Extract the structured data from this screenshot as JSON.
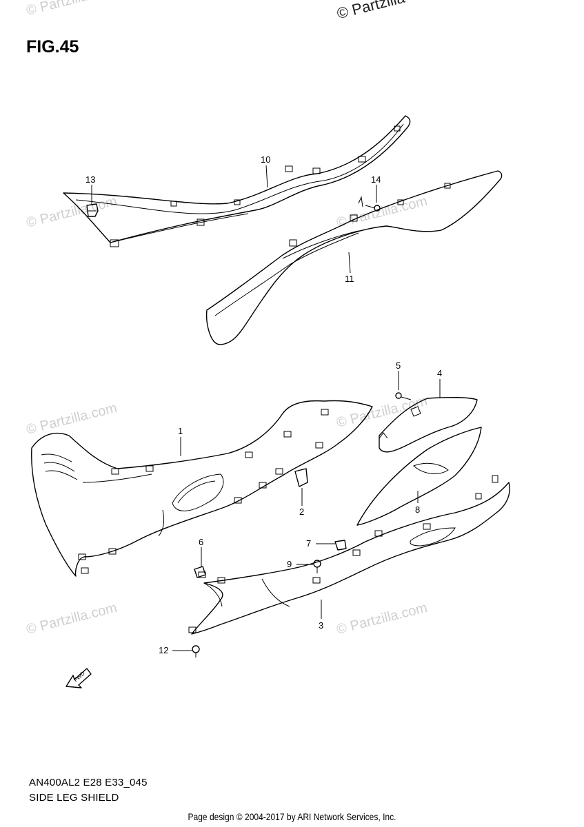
{
  "header": {
    "figure_title": "FIG.45",
    "watermark_top": "© Partzilla"
  },
  "watermark_text": "© Partzilla.com",
  "footer": {
    "model_code": "AN400AL2 E28 E33_045",
    "section_title": "SIDE LEG SHIELD",
    "credit": "Page design © 2004-2017 by ARI Network Services, Inc."
  },
  "callouts": [
    "1",
    "2",
    "3",
    "4",
    "5",
    "6",
    "7",
    "8",
    "9",
    "10",
    "11",
    "12",
    "13",
    "14"
  ],
  "fwd_label": "FWD"
}
